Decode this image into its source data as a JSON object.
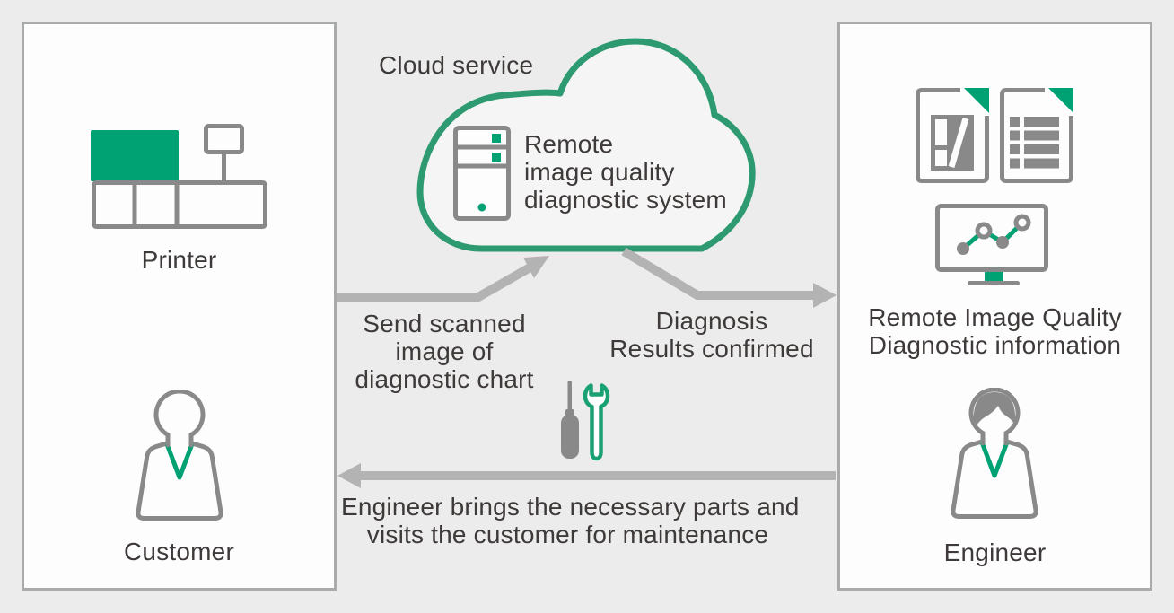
{
  "colors": {
    "background": "#ebeceb",
    "panel_fill": "#fdfdfd",
    "panel_border": "#a9abab",
    "green": "#00a173",
    "cloud_stroke": "#2d9a71",
    "cloud_fill": "#f4f5f4",
    "icon_gray": "#898989",
    "arrow_gray": "#b3b3b3",
    "text": "#3e3a39"
  },
  "cloud": {
    "label": "Cloud service",
    "system_lines": [
      "Remote",
      "image quality",
      "diagnostic system"
    ]
  },
  "left_panel": {
    "printer_label": "Printer",
    "customer_label": "Customer"
  },
  "right_panel": {
    "info_lines": [
      "Remote Image Quality",
      "Diagnostic information"
    ],
    "engineer_label": "Engineer"
  },
  "flows": {
    "send_lines": [
      "Send scanned",
      "image of",
      "diagnostic chart"
    ],
    "diagnosis_lines": [
      "Diagnosis",
      "Results confirmed"
    ],
    "visit_lines": [
      "Engineer brings the necessary parts and",
      "visits the customer for maintenance"
    ]
  },
  "icons": {
    "printer": "printer-icon",
    "server": "server-icon",
    "customer": "person-icon",
    "engineer": "person-with-hair-icon",
    "documents": "diagnostic-report-icons",
    "monitor": "chart-monitor-icon",
    "tools": "screwdriver-and-wrench-icon"
  }
}
